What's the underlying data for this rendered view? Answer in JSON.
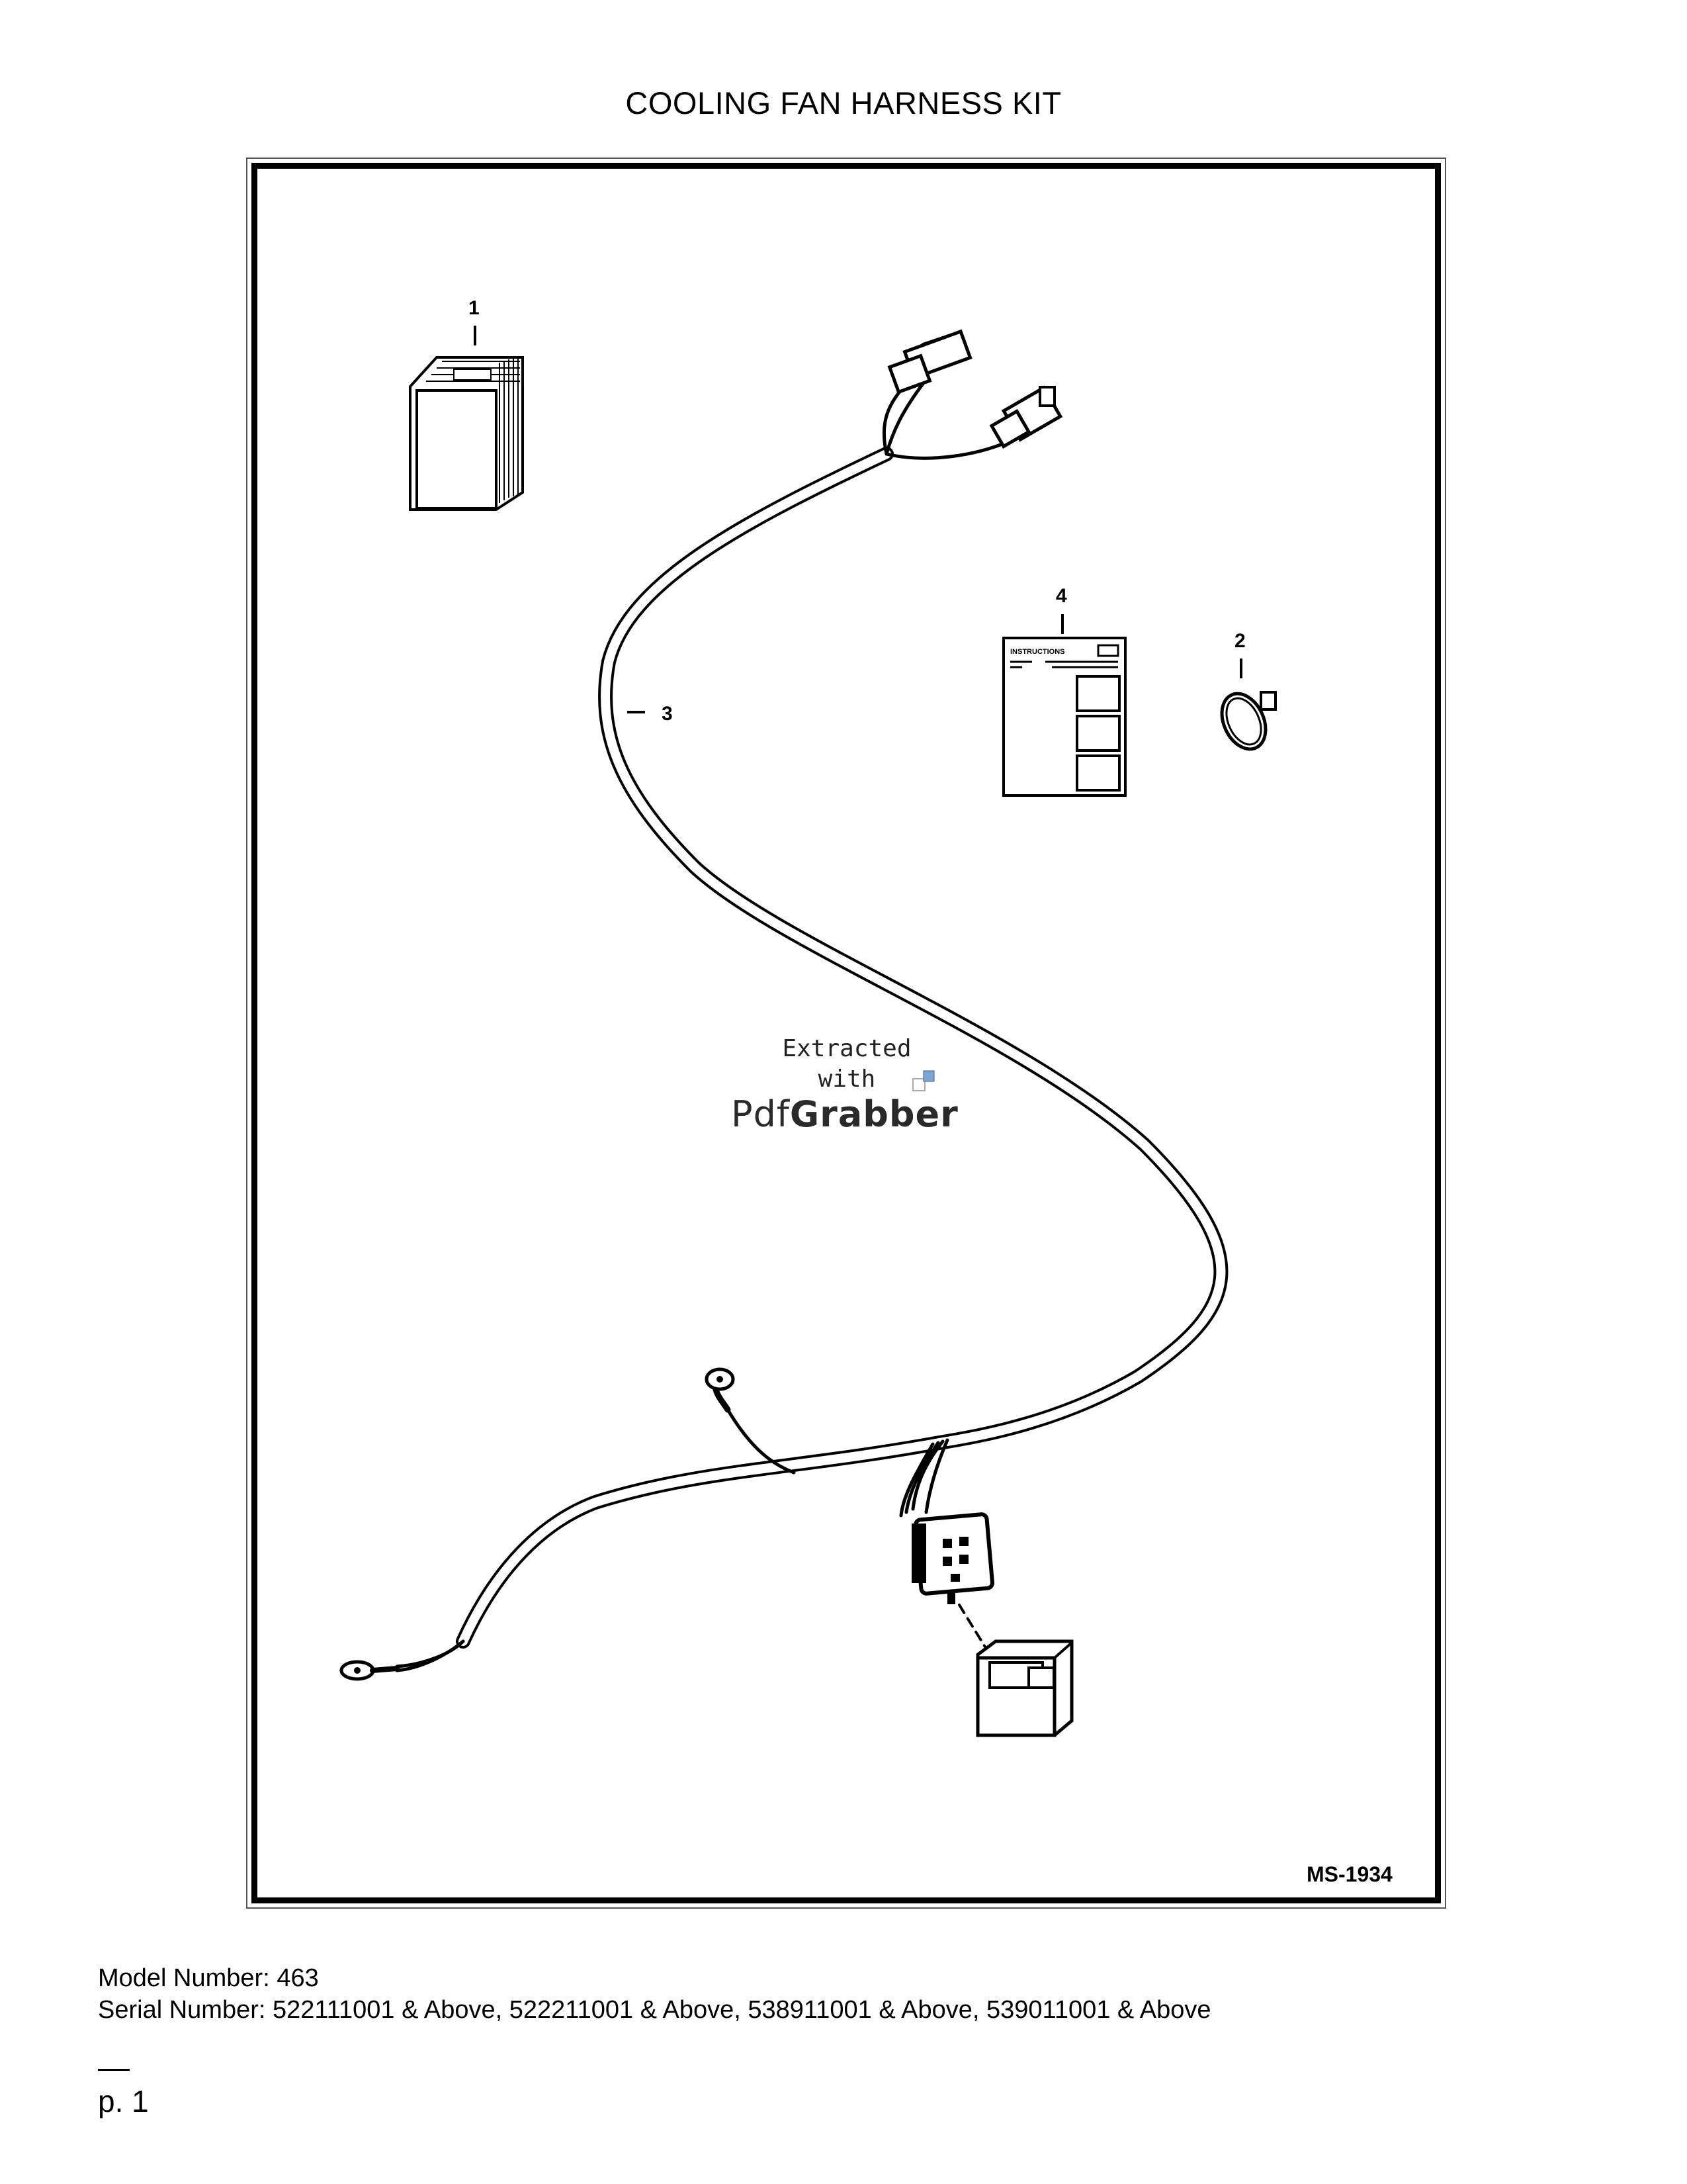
{
  "title": "COOLING FAN HARNESS KIT",
  "diagram": {
    "callouts": {
      "c1": "1",
      "c2": "2",
      "c3": "3",
      "c4": "4"
    },
    "instructions_label": "INSTRUCTIONS",
    "figure_id": "MS-1934"
  },
  "watermark": {
    "line1": "Extracted",
    "line2": "with",
    "brand_light": "Pdf",
    "brand_bold": "Grabber"
  },
  "info": {
    "model": "Model Number: 463",
    "serial": "Serial Number: 522111001 & Above, 522211001 & Above, 538911001 & Above, 539011001 & Above"
  },
  "page": "p. 1"
}
